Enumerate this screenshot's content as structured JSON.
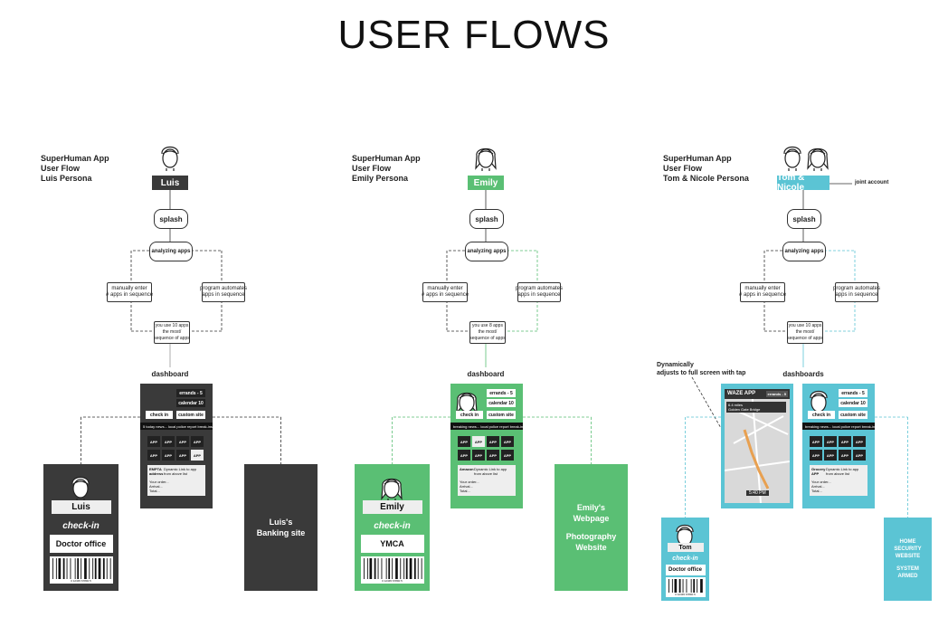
{
  "title": "USER FLOWS",
  "colors": {
    "dark": "#3a3a3a",
    "green": "#5abf74",
    "teal": "#5bc4d4",
    "black": "#222222"
  },
  "flows": [
    {
      "label": "SuperHuman App\nUser Flow\nLuis Persona",
      "persona": "Luis",
      "splash": "splash",
      "analyzing": "analyzing apps",
      "left_option": "manually enter\n# apps in sequence",
      "right_option": "program automates\napps in sequence",
      "result": "you use 10 apps\nthe most/\nsequence of apps",
      "dashboard_label": "dashboard",
      "phone": {
        "buttons": [
          "errands - 5",
          "calendar 10",
          "check in",
          "custom site"
        ],
        "ticker": "5 today news... local police report break-ins in the ...",
        "apps": [
          "APP",
          "APP",
          "APP",
          "APP",
          "APP",
          "APP",
          "APP",
          "APP"
        ],
        "panel_left": "EMPTA address",
        "panel_right": "Dynamic Link to app from above list",
        "panel_lines": [
          "Your order...",
          "Arrival...",
          "Total..."
        ]
      },
      "card": {
        "name": "Luis",
        "check": "check-in",
        "place": "Doctor office",
        "barcode_num": "0 12345 67890 5"
      },
      "site": [
        "Luis's",
        "Banking site"
      ]
    },
    {
      "label": "SuperHuman App\nUser Flow\nEmily Persona",
      "persona": "Emily",
      "splash": "splash",
      "analyzing": "analyzing apps",
      "left_option": "manually enter\n# apps in sequence",
      "right_option": "program automates\napps in sequence",
      "result": "you use 8 apps\nthe most/\nsequence of apps",
      "dashboard_label": "dashboard",
      "phone": {
        "buttons": [
          "errands - 5",
          "calendar 10",
          "check in",
          "custom site"
        ],
        "ticker": "breaking news... local police report break-ins in the area",
        "apps": [
          "APP",
          "APP",
          "APP",
          "APP",
          "APP",
          "APP",
          "APP",
          "APP"
        ],
        "panel_left": "Amazon",
        "panel_right": "Dynamic Link to app from above list",
        "panel_lines": [
          "Your order...",
          "Arrival...",
          "Total..."
        ]
      },
      "card": {
        "name": "Emily",
        "check": "check-in",
        "place": "YMCA",
        "barcode_num": "0 12345 67890 5"
      },
      "site": [
        "Emily's",
        "Webpage",
        "",
        "Photography",
        "Website"
      ]
    },
    {
      "label": "SuperHuman App\nUser Flow\nTom & Nicole Persona",
      "persona": "Tom & Nicole",
      "joint_note": "joint account",
      "splash": "splash",
      "analyzing": "analyzing apps",
      "left_option": "manually enter\n# apps in sequence",
      "right_option": "program automates\napps in sequence",
      "result": "you use 10 apps\nthe most/\nsequence of apps",
      "dashboard_label": "dashboards",
      "annotation": "Dynamically\nadjusts to full screen with tap",
      "waze": {
        "title": "WAZE APP",
        "badge": "errands - 5",
        "route": "Golden Gate Bridge",
        "distance": "6.4 miles",
        "time": "5:40 PM"
      },
      "phone": {
        "buttons": [
          "errands - 5",
          "calendar 10",
          "check in",
          "custom site"
        ],
        "ticker": "breaking news... local police report break-ins in the area",
        "apps": [
          "APP",
          "APP",
          "APP",
          "APP",
          "APP",
          "APP",
          "APP",
          "APP"
        ],
        "panel_left": "Grocery APP",
        "panel_right": "Dynamic Link to app from above list",
        "panel_lines": [
          "Your order...",
          "Arrival...",
          "Total..."
        ]
      },
      "card": {
        "name": "Tom",
        "check": "check-in",
        "place": "Doctor office",
        "barcode_num": "0 12345 67890 5"
      },
      "site": [
        "HOME",
        "SECURITY",
        "WEBSITE",
        "",
        "SYSTEM",
        "ARMED"
      ]
    }
  ]
}
